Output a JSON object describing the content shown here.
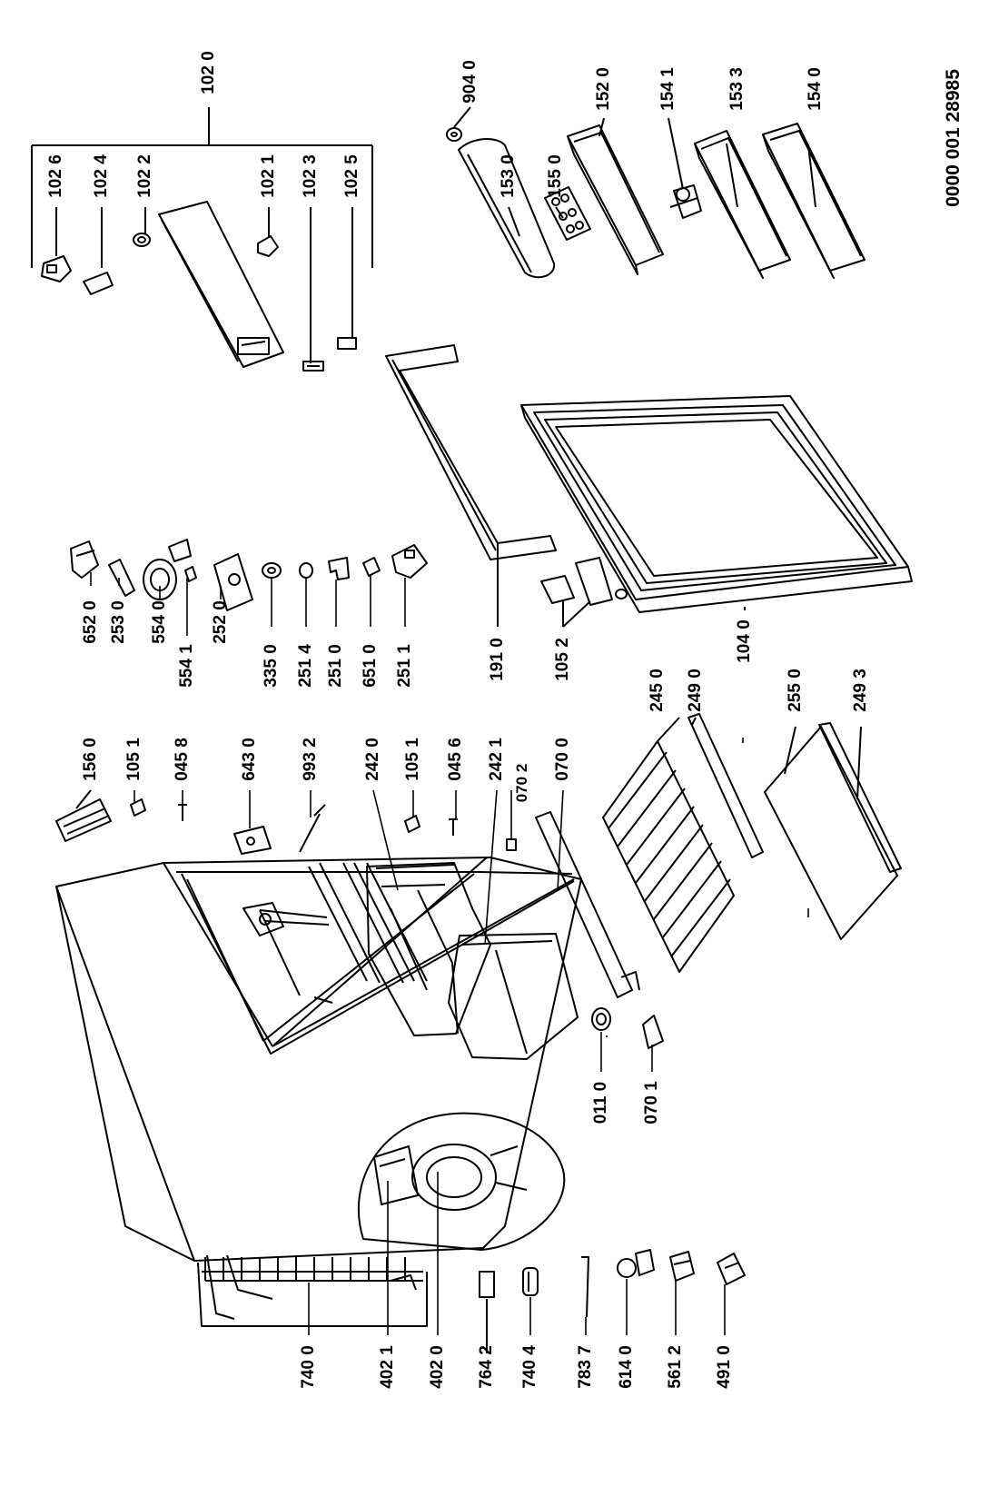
{
  "diagram": {
    "document_number": "0000 001 28985",
    "labels": {
      "p1020": "102 0",
      "p1026": "102 6",
      "p1024": "102 4",
      "p1022": "102 2",
      "p1021": "102 1",
      "p1023": "102 3",
      "p1025": "102 5",
      "p9040": "904 0",
      "p1530": "153 0",
      "p1550": "155 0",
      "p1520": "152 0",
      "p1541": "154 1",
      "p1533": "153 3",
      "p1540": "154 0",
      "p1560": "156 0",
      "p1051a": "105 1",
      "p0458": "045 8",
      "p6430": "643 0",
      "p9932": "993 2",
      "p2420": "242 0",
      "p1051b": "105 1",
      "p0456": "045 6",
      "p2421": "242 1",
      "p0702": "070 2",
      "p0700": "070 0",
      "p6520": "652 0",
      "p2530": "253 0",
      "p5540": "554 0",
      "p5541": "554 1",
      "p2520": "252 0",
      "p3350": "335 0",
      "p2514": "251 4",
      "p2510": "251 0",
      "p6510": "651 0",
      "p2511": "251 1",
      "p1910": "191 0",
      "p1052": "105 2",
      "p2450": "245 0",
      "p2490": "249 0",
      "p1040": "104 0",
      "p2550": "255 0",
      "p2493": "249 3",
      "p0110": "011 0",
      "p0701": "070 1",
      "p7400": "740 0",
      "p4021": "402 1",
      "p4020": "402 0",
      "p7642": "764 2",
      "p7404": "740 4",
      "p7837": "783 7",
      "p6140": "614 0",
      "p5612": "561 2",
      "p4910": "491 0"
    }
  }
}
